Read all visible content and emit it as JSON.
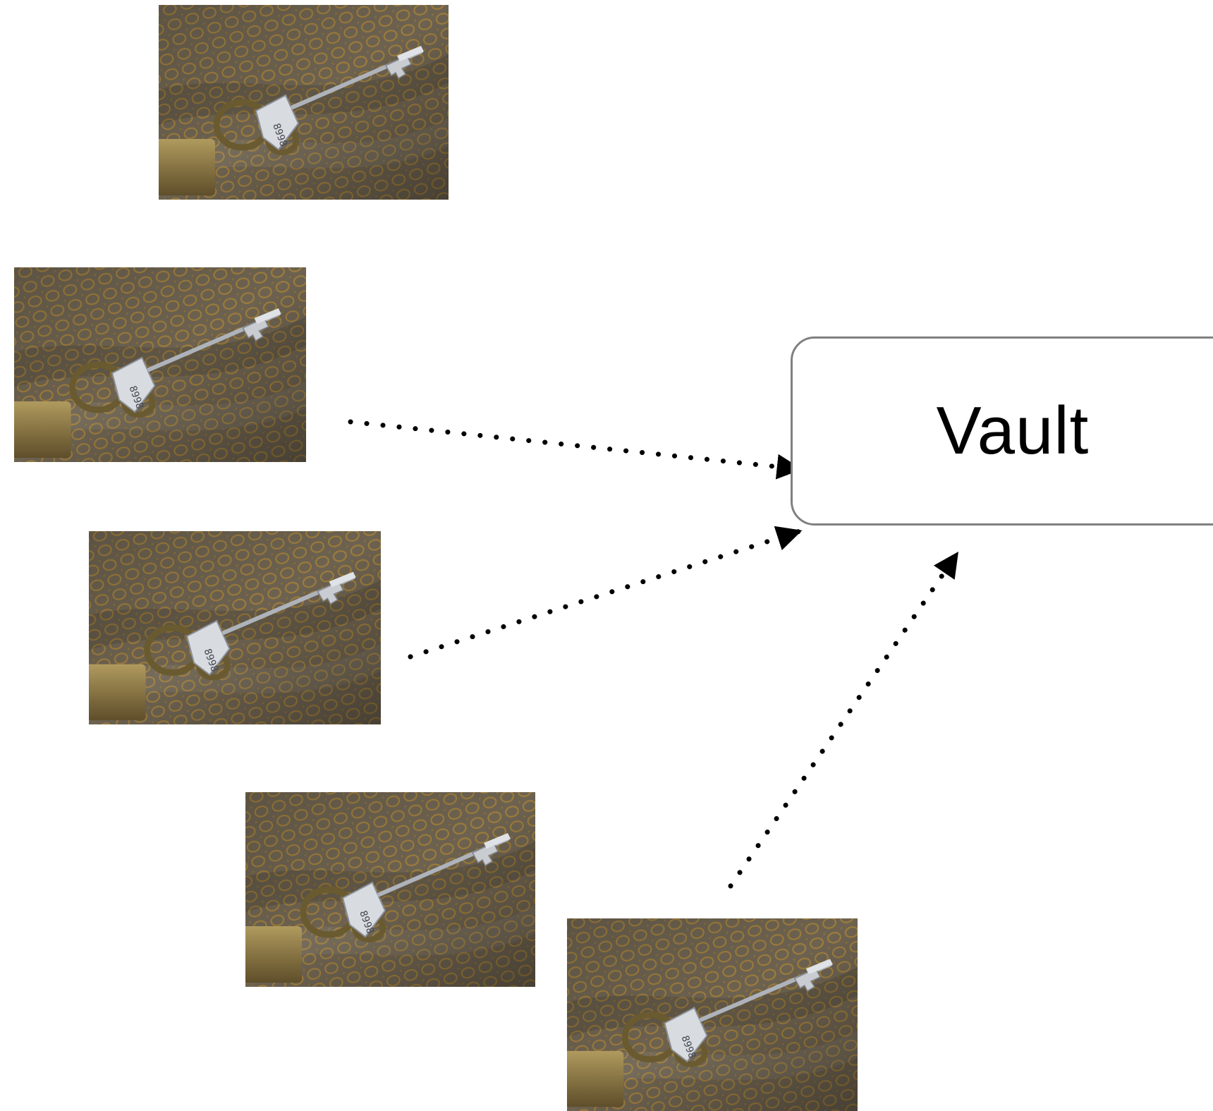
{
  "diagram": {
    "target": {
      "label": "Vault"
    },
    "sources": [
      {
        "image": "key-photo",
        "key_tag_number": "8998"
      },
      {
        "image": "key-photo",
        "key_tag_number": "8998"
      },
      {
        "image": "key-photo",
        "key_tag_number": "8998"
      },
      {
        "image": "key-photo",
        "key_tag_number": "8998"
      },
      {
        "image": "key-photo",
        "key_tag_number": "8998"
      }
    ],
    "connectors": [
      {
        "from": 1,
        "to": "target",
        "style": "dotted-arrow"
      },
      {
        "from": 2,
        "to": "target",
        "style": "dotted-arrow"
      },
      {
        "from": 4,
        "to": "target",
        "style": "dotted-arrow"
      }
    ],
    "colors": {
      "box_border": "#808080",
      "arrow": "#000000",
      "fabric": "#6e5f44",
      "fabric_pattern": "#9a7a3a",
      "key_metal": "#c9ccd1",
      "padlock_brass": "#8a7444"
    }
  }
}
